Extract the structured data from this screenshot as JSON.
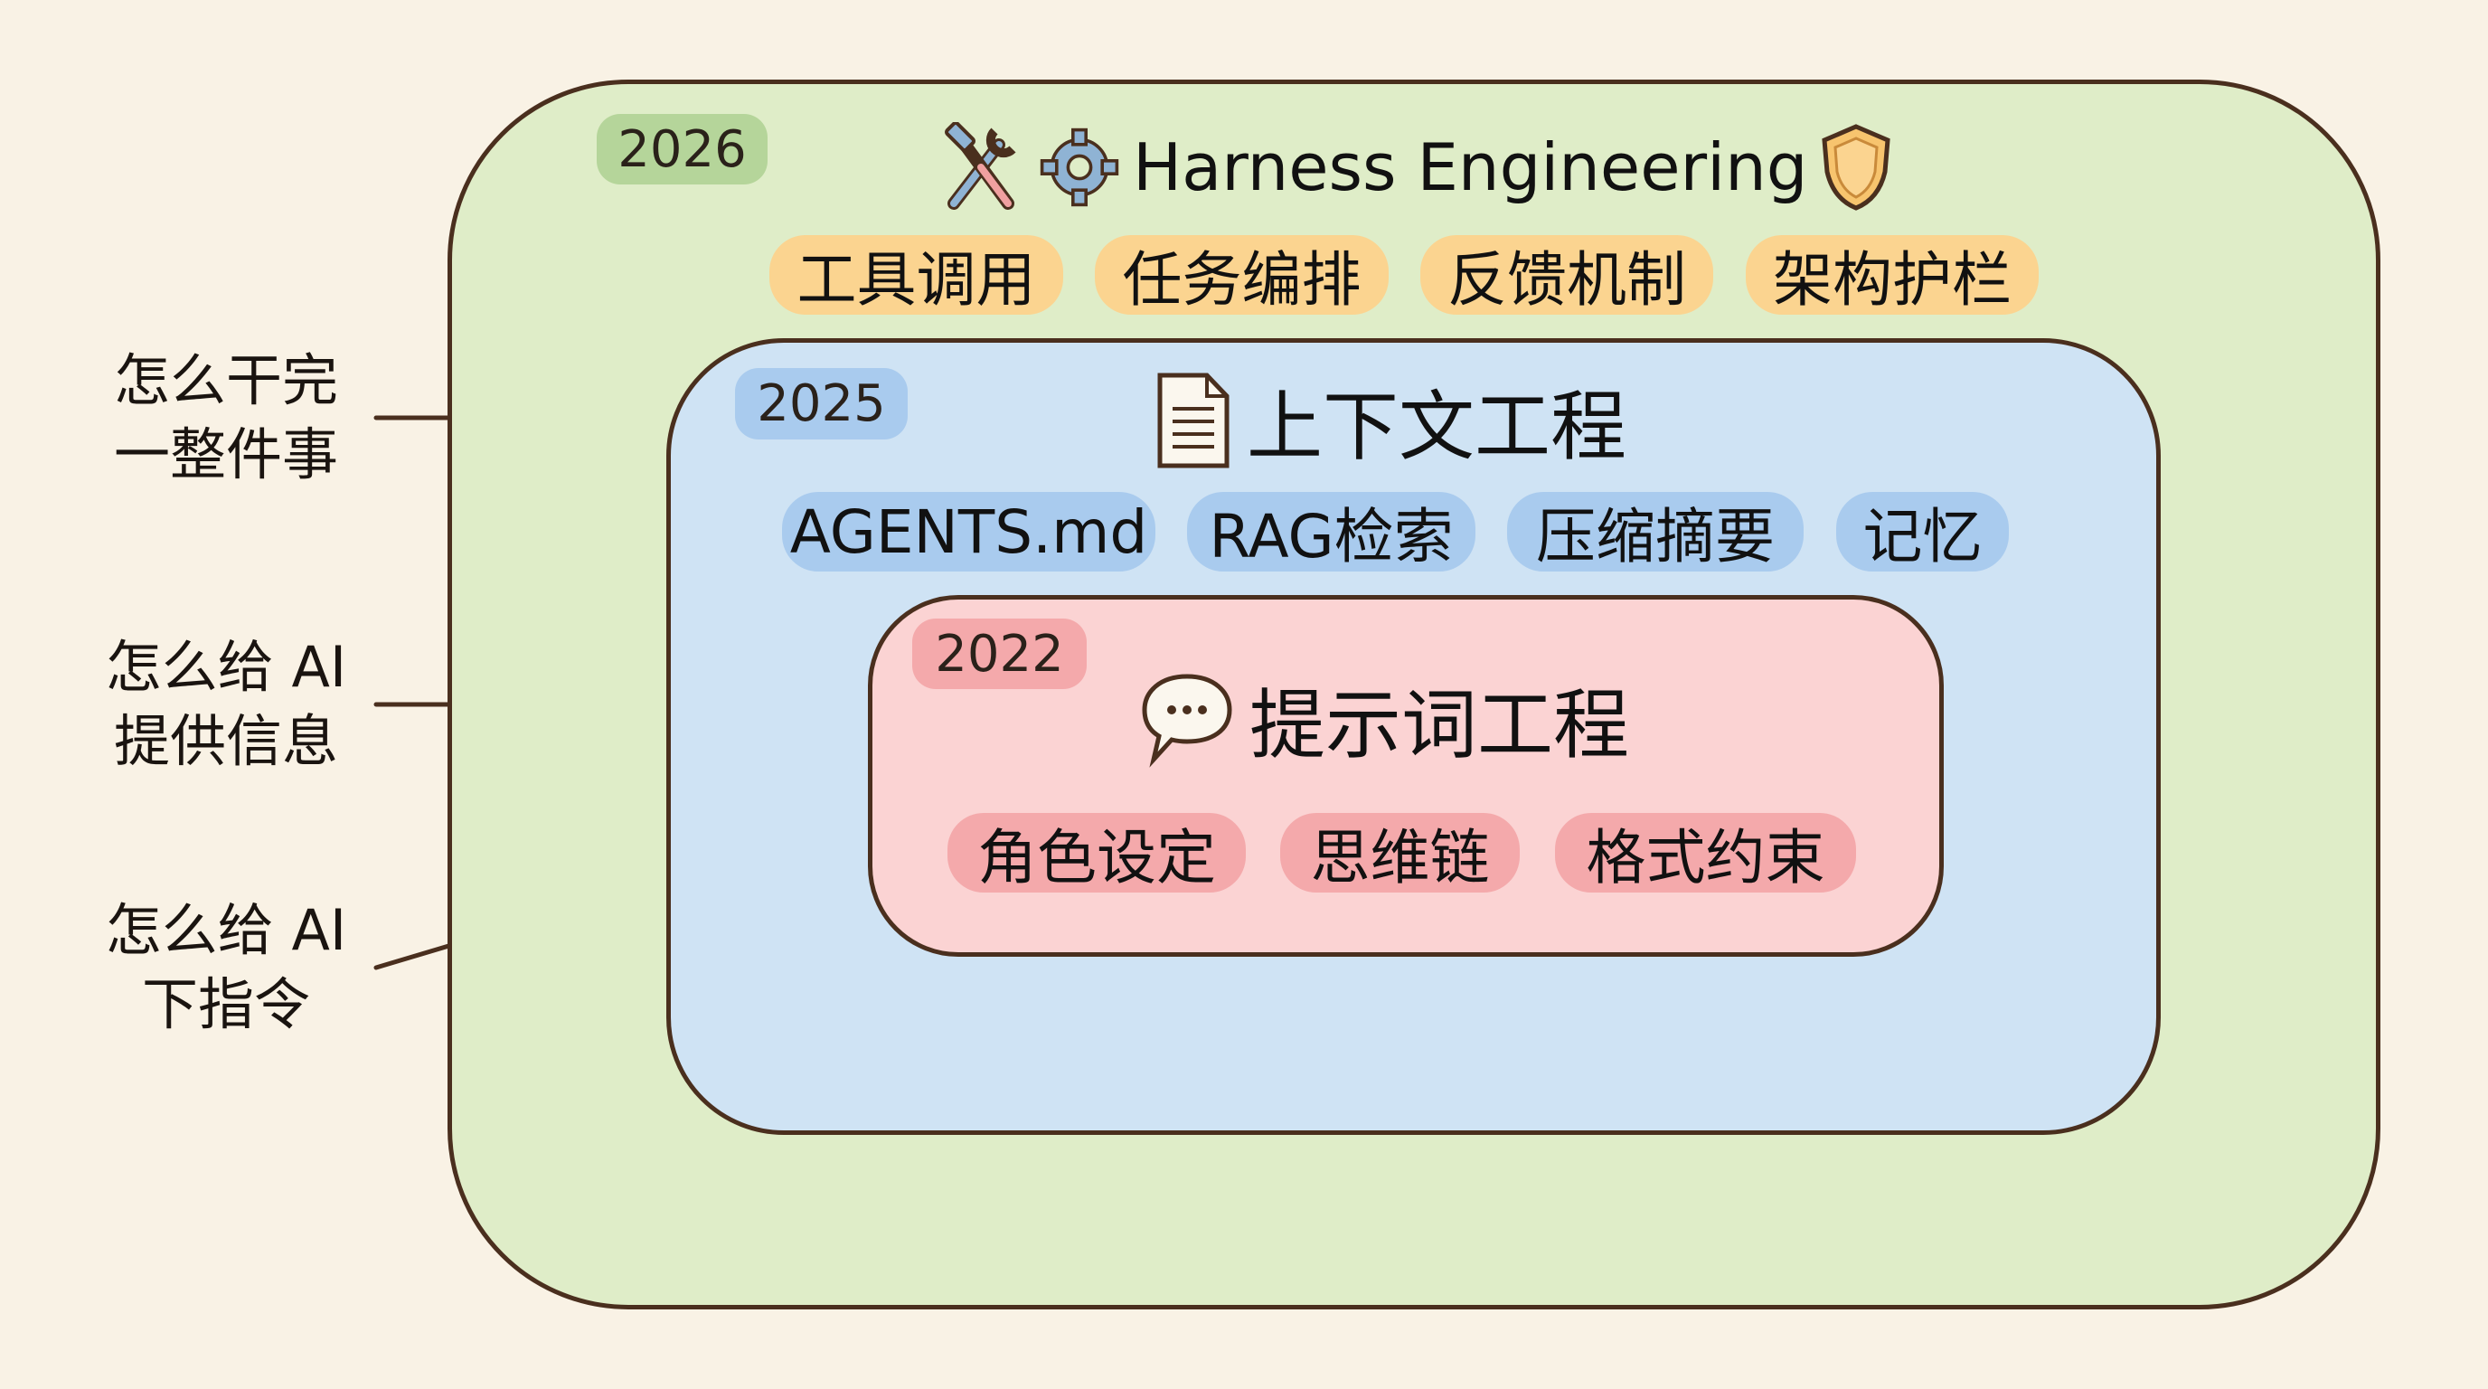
{
  "layers": {
    "harness": {
      "year": "2026",
      "title": "Harness Engineering",
      "icons": [
        "tools-icon",
        "gear-icon",
        "shield-icon"
      ],
      "chips": [
        "工具调用",
        "任务编排",
        "反馈机制",
        "架构护栏"
      ],
      "side_label": [
        "怎么干完",
        "一整件事"
      ]
    },
    "context": {
      "year": "2025",
      "title": "上下文工程",
      "icons": [
        "document-icon"
      ],
      "chips": [
        "AGENTS.md",
        "RAG检索",
        "压缩摘要",
        "记忆"
      ],
      "side_label": [
        "怎么给 AI",
        "提供信息"
      ]
    },
    "prompt": {
      "year": "2022",
      "title": "提示词工程",
      "icons": [
        "speech-bubble-icon"
      ],
      "chips": [
        "角色设定",
        "思维链",
        "格式约束"
      ],
      "side_label": [
        "怎么给 AI",
        "下指令"
      ]
    }
  },
  "colors": {
    "harness_bg": "#dfedc8",
    "context_bg": "#cfe3f4",
    "prompt_bg": "#fbd3d3",
    "outline": "#4a2f1e"
  }
}
